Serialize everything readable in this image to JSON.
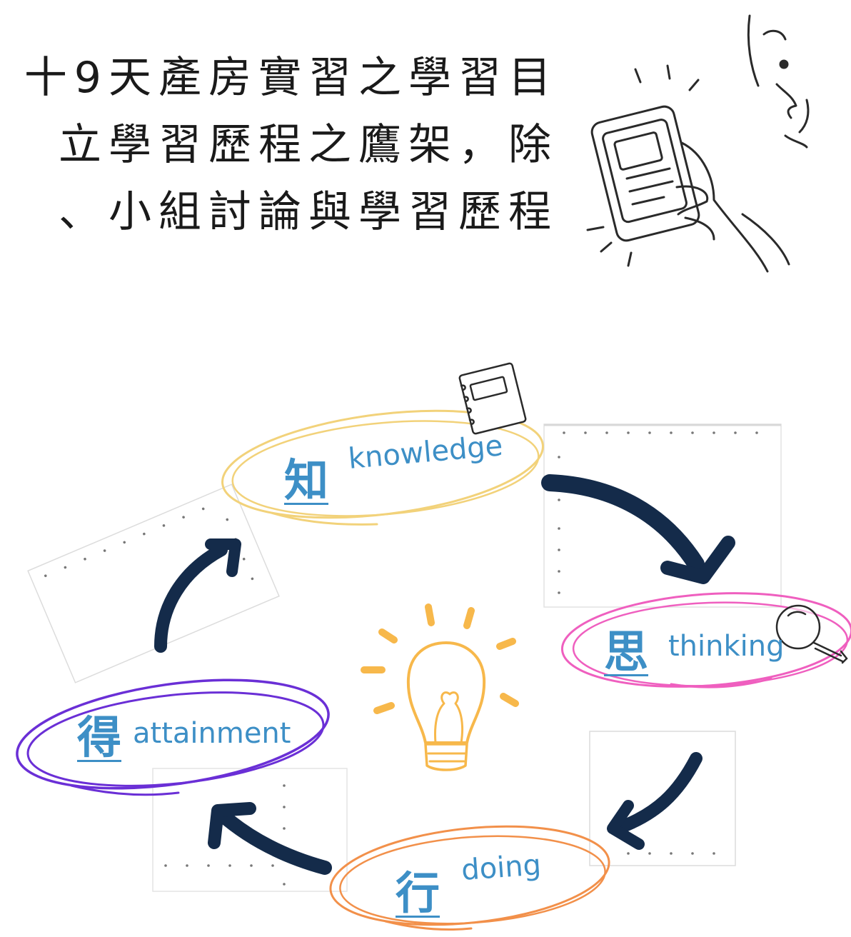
{
  "headline": {
    "lines": [
      "十9天產房實習之學習目",
      "立學習歷程之鷹架，除",
      "、小組討論與學習歷程"
    ]
  },
  "cycle": {
    "stages": [
      {
        "char": "知",
        "word": "knowledge",
        "ring_color": "#f2d27a"
      },
      {
        "char": "思",
        "word": "thinking",
        "ring_color": "#ef5fbf"
      },
      {
        "char": "行",
        "word": "doing",
        "ring_color": "#f2904a"
      },
      {
        "char": "得",
        "word": "attainment",
        "ring_color": "#6a2fd6"
      }
    ],
    "arrow_color": "#142b4a",
    "text_color": "#3d8fc6",
    "bulb_color": "#f7b84b"
  },
  "icons": {
    "phone_hand": "phone-in-hand-sketch-icon",
    "notebook": "notebook-icon",
    "magnifier": "magnifier-icon",
    "lightbulb": "lightbulb-icon"
  }
}
